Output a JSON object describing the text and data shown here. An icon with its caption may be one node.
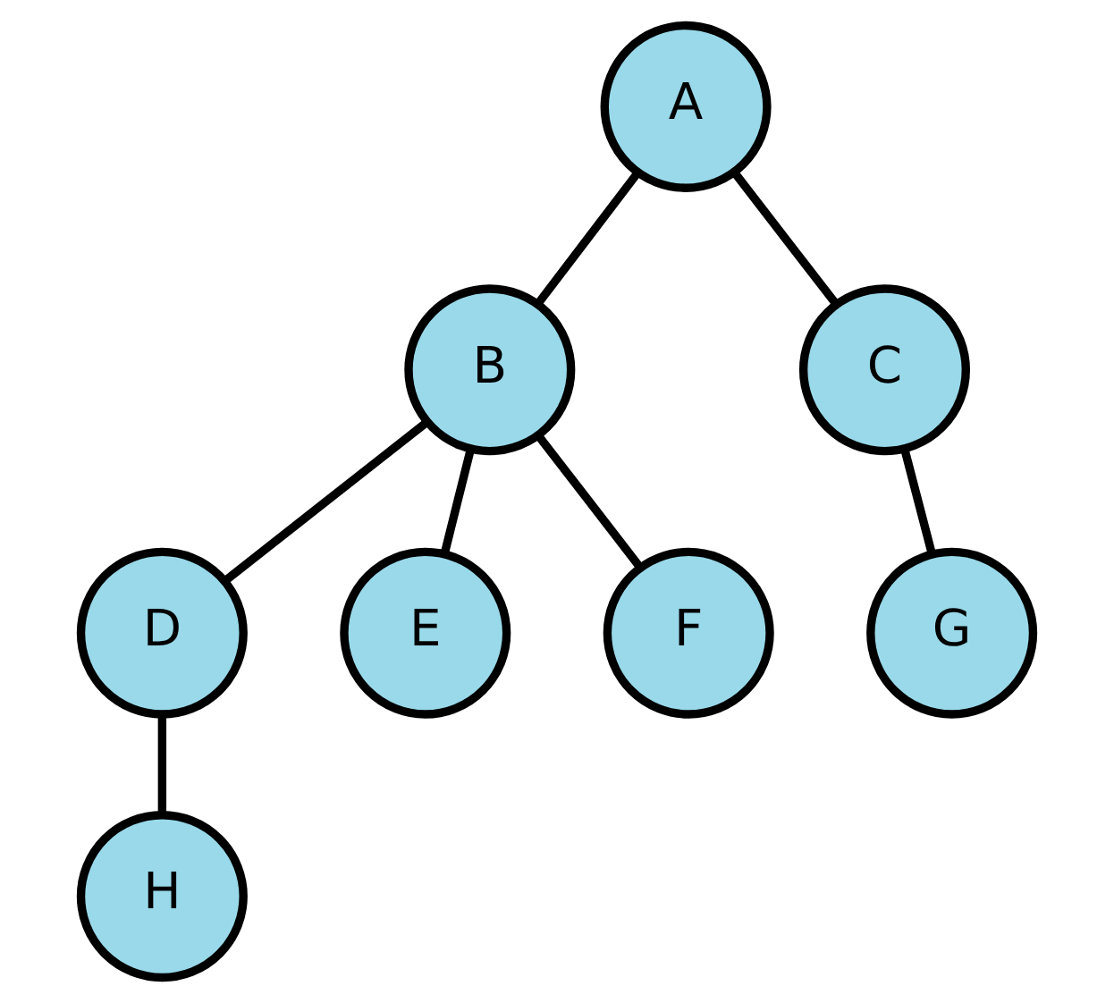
{
  "diagram": {
    "nodes": [
      {
        "text": [
          "A"
        ]
      },
      {
        "text": [
          "B"
        ]
      },
      {
        "text": [
          "C"
        ]
      },
      {
        "text": [
          "D"
        ]
      },
      {
        "text": [
          "E"
        ]
      },
      {
        "text": [
          "F"
        ]
      },
      {
        "text": [
          "G"
        ]
      },
      {
        "text": [
          "H"
        ]
      }
    ],
    "edges": [
      {
        "from": 0,
        "to": 1,
        "arrow": "none"
      },
      {
        "from": 0,
        "to": 2,
        "arrow": "none"
      },
      {
        "from": 1,
        "to": 3,
        "arrow": "none"
      },
      {
        "from": 1,
        "to": 4,
        "arrow": "none"
      },
      {
        "from": 1,
        "to": 5,
        "arrow": "none"
      },
      {
        "from": 2,
        "to": 6,
        "arrow": "none"
      },
      {
        "from": 3,
        "to": 7,
        "arrow": "none"
      }
    ]
  }
}
